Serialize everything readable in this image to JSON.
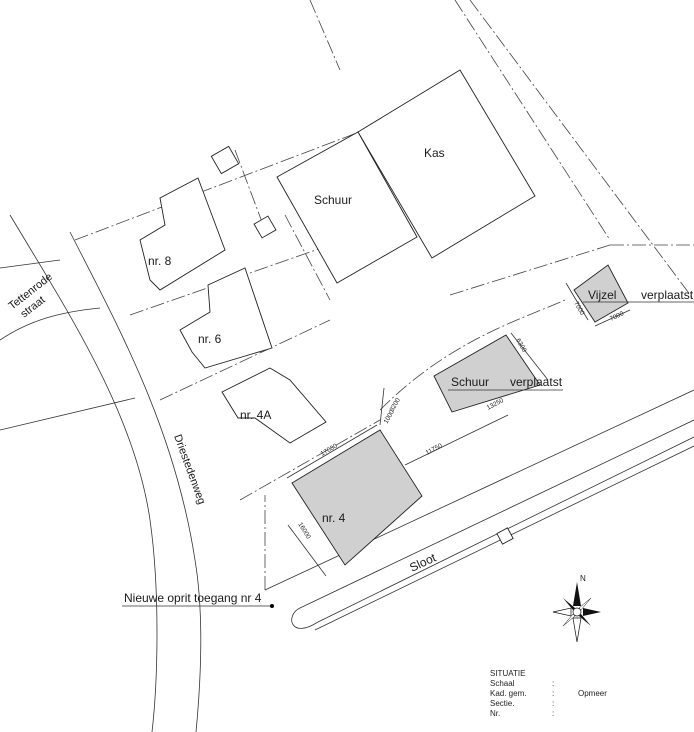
{
  "labels": {
    "kas": "Kas",
    "schuur": "Schuur",
    "nr8": "nr. 8",
    "nr6": "nr. 6",
    "nr4a": "nr. 4A",
    "nr4": "nr. 4",
    "vijzel": "Vijzel",
    "vijzel_verplaatst": "verplaatst",
    "schuur_verplaatst_a": "Schuur",
    "schuur_verplaatst_b": "verplaatst",
    "sloot": "Sloot",
    "driestedenweg": "Driestedenweg",
    "tettenrode_1": "Tettenrode",
    "tettenrode_2": "straat",
    "nieuwe_oprit": "Nieuwe oprit toegang nr 4"
  },
  "dimensions": {
    "d17000": "17000",
    "d16000": "16000",
    "d11750": "11750",
    "d13250": "13250",
    "d6300": "6300",
    "d3200": "3200",
    "d1000": "1000",
    "d7000a": "7000",
    "d7000b": "7000"
  },
  "compass": {
    "north": "N"
  },
  "title_block": {
    "title": "SITUATIE",
    "rows": [
      {
        "key": "Schaal",
        "sep": ":",
        "value": ""
      },
      {
        "key": "Kad. gem.",
        "sep": ":",
        "value": "Opmeer"
      },
      {
        "key": "Sectie.",
        "sep": ":",
        "value": ""
      },
      {
        "key": "Nr.",
        "sep": ":",
        "value": ""
      }
    ]
  },
  "colors": {
    "highlight_fill": "#d0d0d0",
    "line": "#222222"
  }
}
